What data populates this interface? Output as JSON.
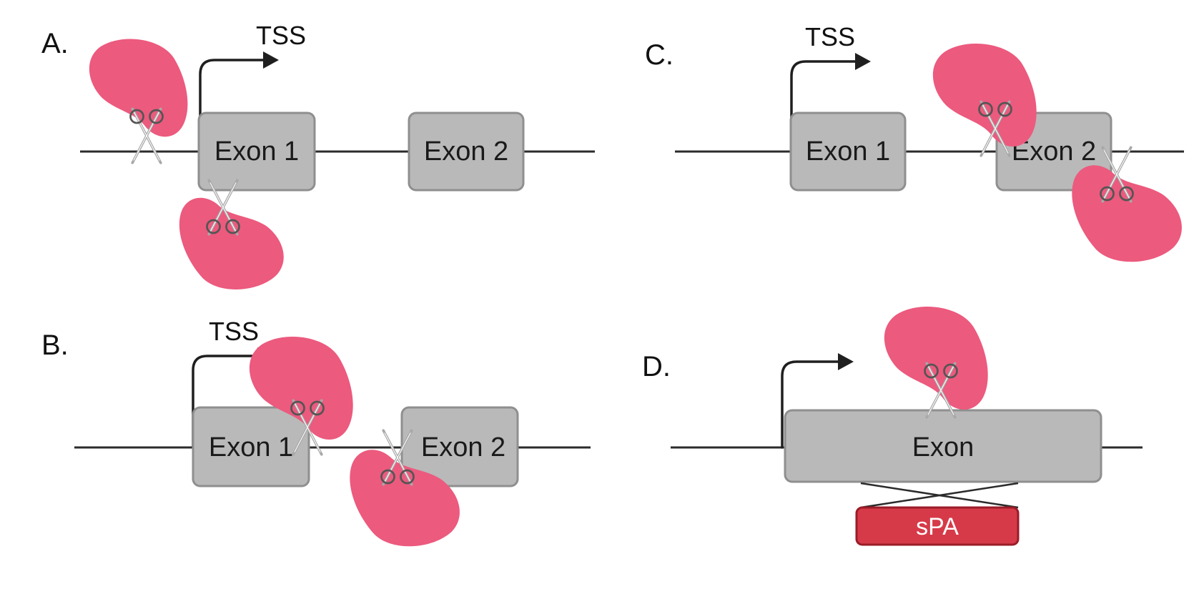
{
  "panels": {
    "a": {
      "label": "A.",
      "tss_label": "TSS",
      "exon_1": "Exon 1",
      "exon_2": "Exon 2"
    },
    "b": {
      "label": "B.",
      "tss_label": "TSS",
      "exon_1": "Exon 1",
      "exon_2": "Exon 2"
    },
    "c": {
      "label": "C.",
      "tss_label": "TSS",
      "exon_1": "Exon 1",
      "exon_2": "Exon 2"
    },
    "d": {
      "label": "D.",
      "exon": "Exon",
      "spa": "sPA"
    }
  },
  "colors": {
    "enzyme": "#ec5a7e",
    "exon_fill": "#b9b9b9",
    "spa_fill": "#d63a48",
    "line": "#2b2b2b"
  },
  "icons": [
    "cas-enzyme-icon",
    "scissors-icon",
    "transcription-start-arrow-icon"
  ]
}
